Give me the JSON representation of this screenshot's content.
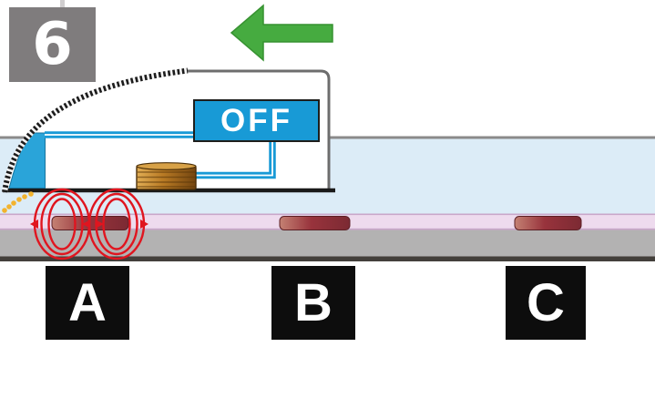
{
  "figure": {
    "step_badge": "6",
    "switch": {
      "label": "OFF",
      "state": "off"
    },
    "direction_arrow": "left",
    "track_labels": [
      {
        "label": "A"
      },
      {
        "label": "B"
      },
      {
        "label": "C"
      }
    ],
    "colors": {
      "arrow_green": "#46ab40",
      "circuit_blue": "#189ad6",
      "field_line_red": "#e0151f",
      "guideway_surface_blue": "#dcecf7",
      "guideway_coil_strip_pink": "#eedbee",
      "guideway_base_gray": "#b3b2b2",
      "onboard_coil_copper": "#b87a24",
      "track_coil_maroon": "#8e3038",
      "badge_gray": "#7f7c7d",
      "label_background_black": "#0d0d0d",
      "motion_trail_yellow": "#f2b32e"
    }
  }
}
